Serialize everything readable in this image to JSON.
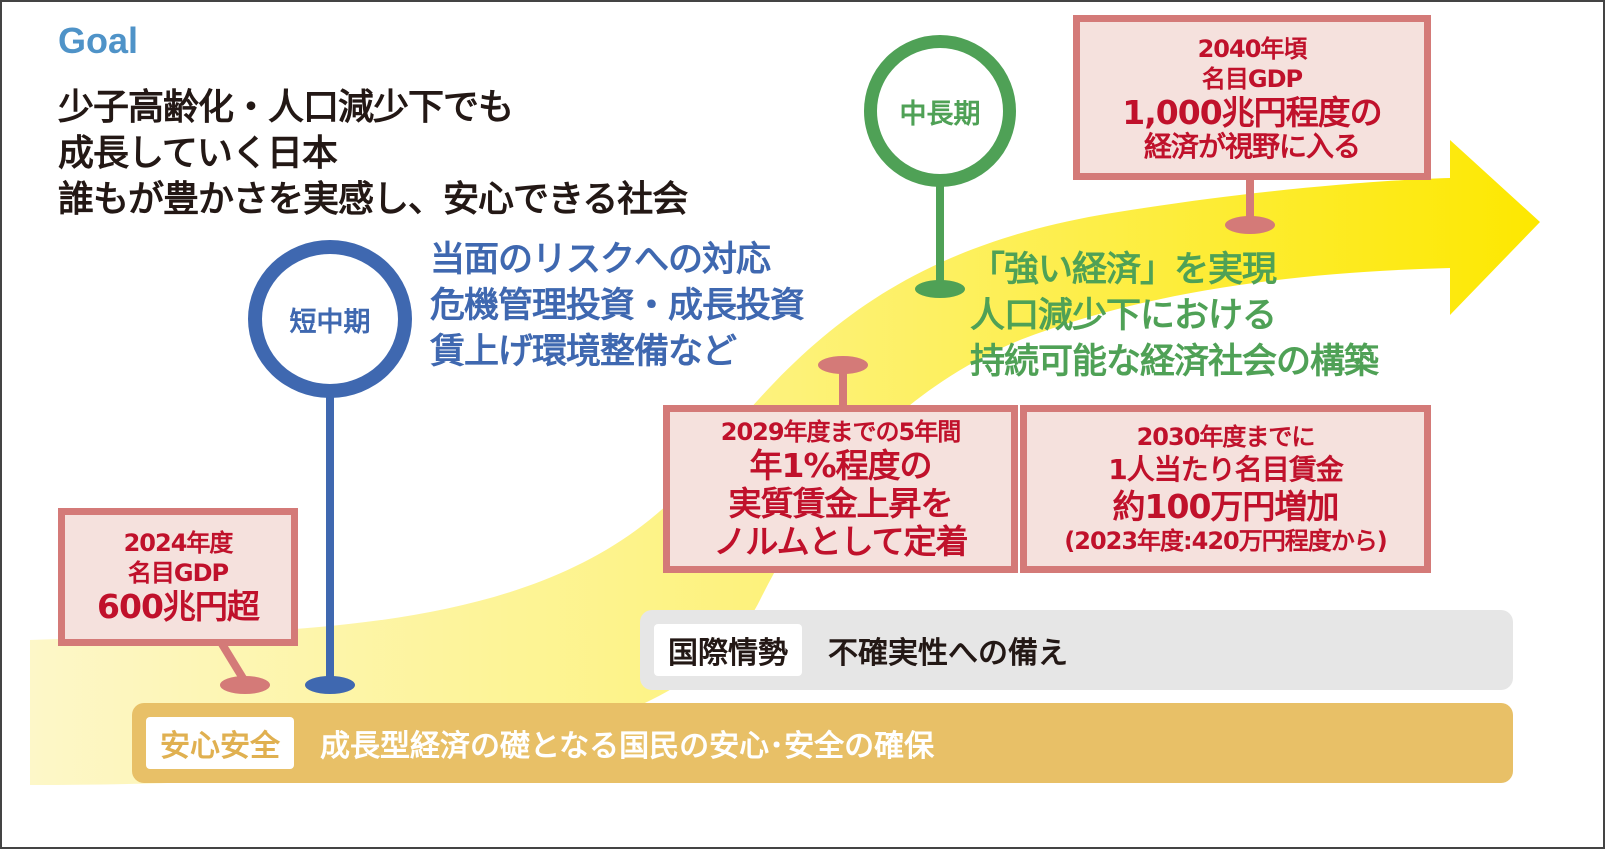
{
  "goal": {
    "label": "Goal",
    "lines": [
      "少子高齢化・人口減少下でも",
      "成長していく日本",
      "誰もが豊かさを実感し、安心できる社会"
    ]
  },
  "short_mid": {
    "label": "短中期",
    "lines": [
      "当面のリスクへの対応",
      "危機管理投資・成長投資",
      "賃上げ環境整備など"
    ],
    "color": "#3f68b0"
  },
  "mid_long": {
    "label": "中長期",
    "lines": [
      "「強い経済」を実現",
      "人口減少下における",
      "持続可能な経済社会の構築"
    ],
    "color": "#4fa156"
  },
  "boxes": {
    "gdp2024": {
      "lines": [
        "2024年度",
        "名目GDP",
        "600兆円超"
      ]
    },
    "wage2029": {
      "lines": [
        "2029年度までの5年間",
        "年1%程度の",
        "実質賃金上昇を",
        "ノルムとして定着"
      ]
    },
    "wage2030": {
      "lines": [
        "2030年度までに",
        "1人当たり名目賃金",
        "約100万円増加",
        "(2023年度:420万円程度から)"
      ]
    },
    "gdp2040": {
      "lines": [
        "2040年頃",
        "名目GDP",
        "1,000兆円程度の",
        "経済が視野に入る"
      ]
    }
  },
  "bars": {
    "international": {
      "label": "国際情勢",
      "text": "不確実性への備え"
    },
    "safety": {
      "label": "安心安全",
      "text": "成長型経済の礎となる国民の安心･安全の確保"
    }
  }
}
